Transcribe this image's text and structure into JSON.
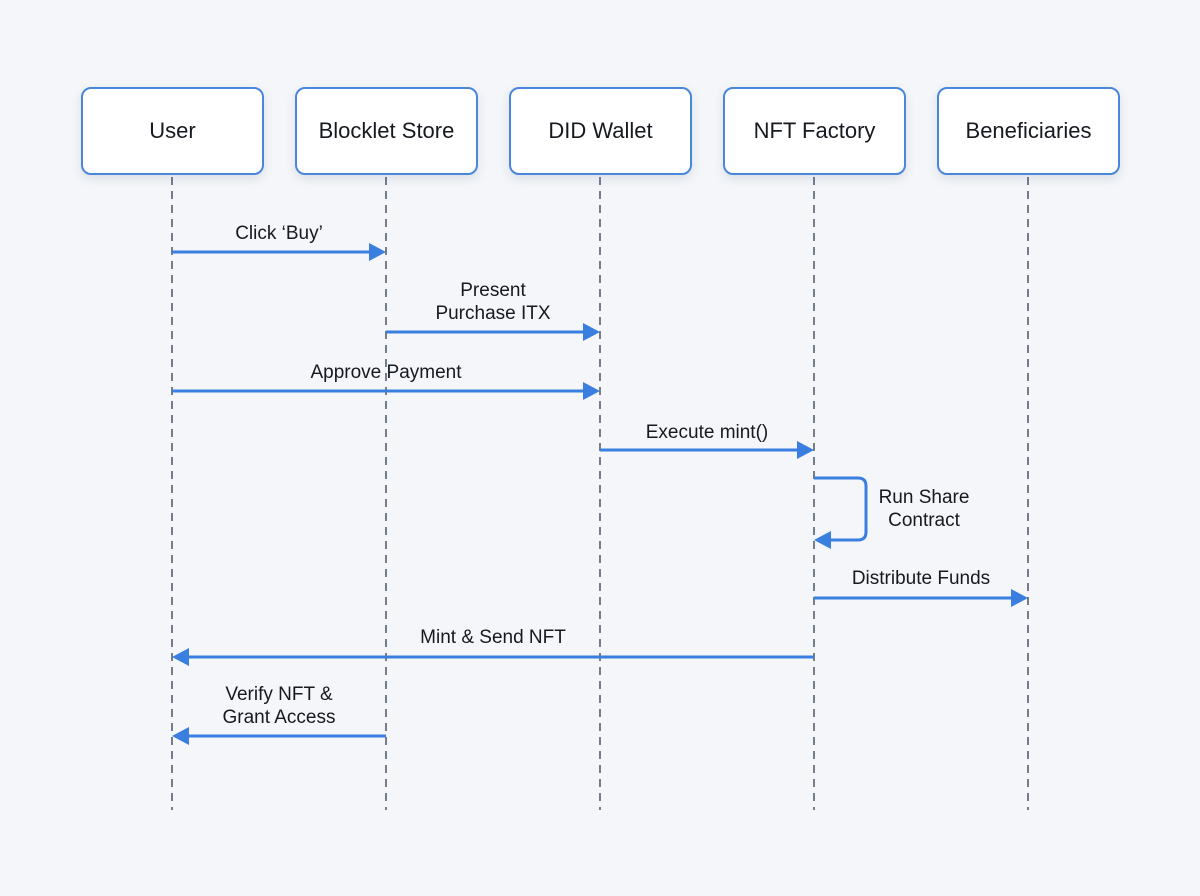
{
  "diagram": {
    "type": "sequence",
    "accent_color": "#3a7fdf",
    "lifeline_color": "#55606e",
    "actors": [
      {
        "id": "user",
        "label": "User"
      },
      {
        "id": "store",
        "label": "Blocklet Store"
      },
      {
        "id": "wallet",
        "label": "DID Wallet"
      },
      {
        "id": "factory",
        "label": "NFT Factory"
      },
      {
        "id": "beneficiaries",
        "label": "Beneficiaries"
      }
    ],
    "messages": [
      {
        "from": "user",
        "to": "store",
        "lines": [
          "Click ‘Buy’"
        ]
      },
      {
        "from": "store",
        "to": "wallet",
        "lines": [
          "Present",
          "Purchase ITX"
        ]
      },
      {
        "from": "user",
        "to": "wallet",
        "lines": [
          "Approve Payment"
        ]
      },
      {
        "from": "wallet",
        "to": "factory",
        "lines": [
          "Execute mint()"
        ]
      },
      {
        "from": "factory",
        "to": "factory",
        "lines": [
          "Run Share",
          "Contract"
        ]
      },
      {
        "from": "factory",
        "to": "beneficiaries",
        "lines": [
          "Distribute Funds"
        ]
      },
      {
        "from": "factory",
        "to": "user",
        "lines": [
          "Mint & Send NFT"
        ]
      },
      {
        "from": "store",
        "to": "user",
        "lines": [
          "Verify NFT &",
          "Grant Access"
        ]
      }
    ]
  }
}
